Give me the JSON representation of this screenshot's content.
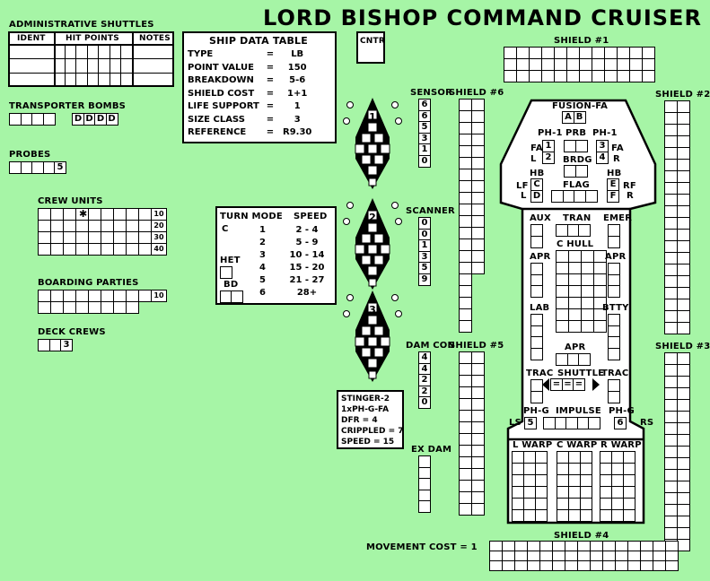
{
  "title": "LORD BISHOP COMMAND CRUISER",
  "shuttles": {
    "label": "ADMINISTRATIVE SHUTTLES",
    "headers": [
      "IDENT",
      "HIT POINTS",
      "NOTES"
    ]
  },
  "transporter_bombs": {
    "label": "TRANSPORTER BOMBS",
    "dummy": "D"
  },
  "probes": {
    "label": "PROBES",
    "value": "5"
  },
  "crew_units": {
    "label": "CREW UNITS",
    "marker": "✱",
    "rows": [
      "10",
      "20",
      "30",
      "40"
    ]
  },
  "boarding_parties": {
    "label": "BOARDING PARTIES",
    "value": "10"
  },
  "deck_crews": {
    "label": "DECK CREWS",
    "value": "3"
  },
  "ship_data": {
    "title": "SHIP DATA TABLE",
    "rows": [
      {
        "key": "TYPE",
        "eq": "=",
        "value": "LB"
      },
      {
        "key": "POINT VALUE",
        "eq": "=",
        "value": "150"
      },
      {
        "key": "BREAKDOWN",
        "eq": "=",
        "value": "5-6"
      },
      {
        "key": "SHIELD COST",
        "eq": "=",
        "value": "1+1"
      },
      {
        "key": "LIFE SUPPORT",
        "eq": "=",
        "value": "1"
      },
      {
        "key": "SIZE CLASS",
        "eq": "=",
        "value": "3"
      },
      {
        "key": "REFERENCE",
        "eq": "=",
        "value": "R9.30"
      }
    ]
  },
  "cntr": "CNTR",
  "turn_mode": {
    "header_mode": "TURN MODE",
    "header_speed": "SPEED",
    "mode_c": "C",
    "het": "HET",
    "bd": "BD",
    "rows": [
      {
        "mode": "1",
        "speed": "2 - 4"
      },
      {
        "mode": "2",
        "speed": "5 - 9"
      },
      {
        "mode": "3",
        "speed": "10 - 14"
      },
      {
        "mode": "4",
        "speed": "15 - 20"
      },
      {
        "mode": "5",
        "speed": "21 - 27"
      },
      {
        "mode": "6",
        "speed": "28+"
      }
    ]
  },
  "stinger": {
    "lines": [
      "STINGER-2",
      "1xPH-G-FA",
      "DFR = 4",
      "CRIPPLED = 7",
      "SPEED = 15"
    ]
  },
  "fighters": [
    "1",
    "2",
    "3"
  ],
  "sensor": {
    "label": "SENSOR",
    "values": [
      "6",
      "6",
      "5",
      "3",
      "1",
      "0"
    ]
  },
  "scanner": {
    "label": "SCANNER",
    "values": [
      "0",
      "0",
      "1",
      "3",
      "5",
      "9"
    ]
  },
  "damcon": {
    "label": "DAM CON",
    "values": [
      "4",
      "4",
      "2",
      "2",
      "0"
    ]
  },
  "exdam": {
    "label": "EX DAM"
  },
  "shields": {
    "s1": "SHIELD #1",
    "s2": "SHIELD #2",
    "s3": "SHIELD #3",
    "s4": "SHIELD #4",
    "s5": "SHIELD #5",
    "s6": "SHIELD #6"
  },
  "ship": {
    "fusion": "FUSION-FA",
    "a": "A",
    "b": "B",
    "ph1_left": "PH-1",
    "prb": "PRB",
    "ph1_right": "PH-1",
    "fa_left": "FA",
    "l_left": "L",
    "fa_right": "FA",
    "r_right": "R",
    "one": "1",
    "two": "2",
    "three": "3",
    "four": "4",
    "brdg": "BRDG",
    "hb_left": "HB",
    "hb_right": "HB",
    "lf": "LF",
    "l2": "L",
    "rf": "RF",
    "r2": "R",
    "c": "C",
    "d": "D",
    "e": "E",
    "f": "F",
    "flag": "FLAG",
    "aux": "AUX",
    "tran": "TRAN",
    "emer": "EMER",
    "chull": "C HULL",
    "apr": "APR",
    "lab": "LAB",
    "btty": "BTTY",
    "trac": "TRAC",
    "shuttle": "SHUTTLE",
    "eq": "=",
    "phg": "PH-G",
    "impulse": "IMPULSE",
    "five": "5",
    "six": "6",
    "ls": "LS",
    "rs": "RS",
    "lwarp": "L WARP",
    "cwarp": "C WARP",
    "rwarp": "R WARP"
  },
  "movement_cost": "MOVEMENT COST = 1"
}
